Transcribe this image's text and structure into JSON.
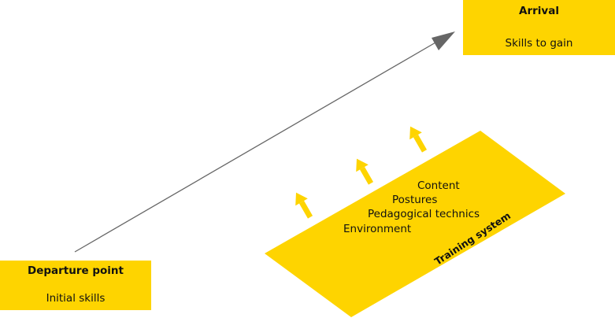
{
  "departure": {
    "title": "Departure point",
    "subtitle": "Initial skills"
  },
  "arrival": {
    "title": "Arrival",
    "subtitle": "Skills to gain"
  },
  "training_system": {
    "label": "Training system",
    "items": [
      "Content",
      "Postures",
      "Pedagogical technics",
      "Environment"
    ]
  },
  "colors": {
    "accent_yellow": "#fed400",
    "arrow_gray": "#666666",
    "text": "#111111"
  },
  "icons": [
    "progress-arrow",
    "up-arrow-icon"
  ]
}
